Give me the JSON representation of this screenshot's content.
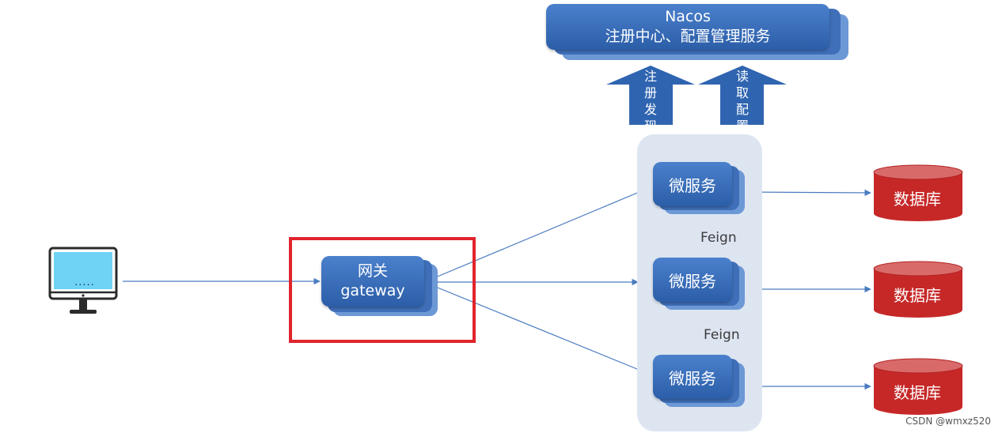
{
  "nacos": {
    "title": "Nacos",
    "subtitle": "注册中心、配置管理服务"
  },
  "arrows": {
    "register": "注册发现",
    "config": "读取配置"
  },
  "gateway": {
    "line1": "网关",
    "line2": "gateway"
  },
  "microservices": [
    {
      "label": "微服务"
    },
    {
      "label": "微服务"
    },
    {
      "label": "微服务"
    }
  ],
  "feign": [
    "Feign",
    "Feign"
  ],
  "databases": [
    {
      "label": "数据库"
    },
    {
      "label": "数据库"
    },
    {
      "label": "数据库"
    }
  ],
  "client": {
    "screen_text": "....."
  },
  "watermark": "CSDN @wmxz520",
  "colors": {
    "box_blue": "#2c5ea8",
    "panel": "#dde5f1",
    "db_red": "#c62828",
    "highlight_red": "#e0242c",
    "feign_green": "#9bbb59",
    "line_blue": "#4a7cc0"
  }
}
